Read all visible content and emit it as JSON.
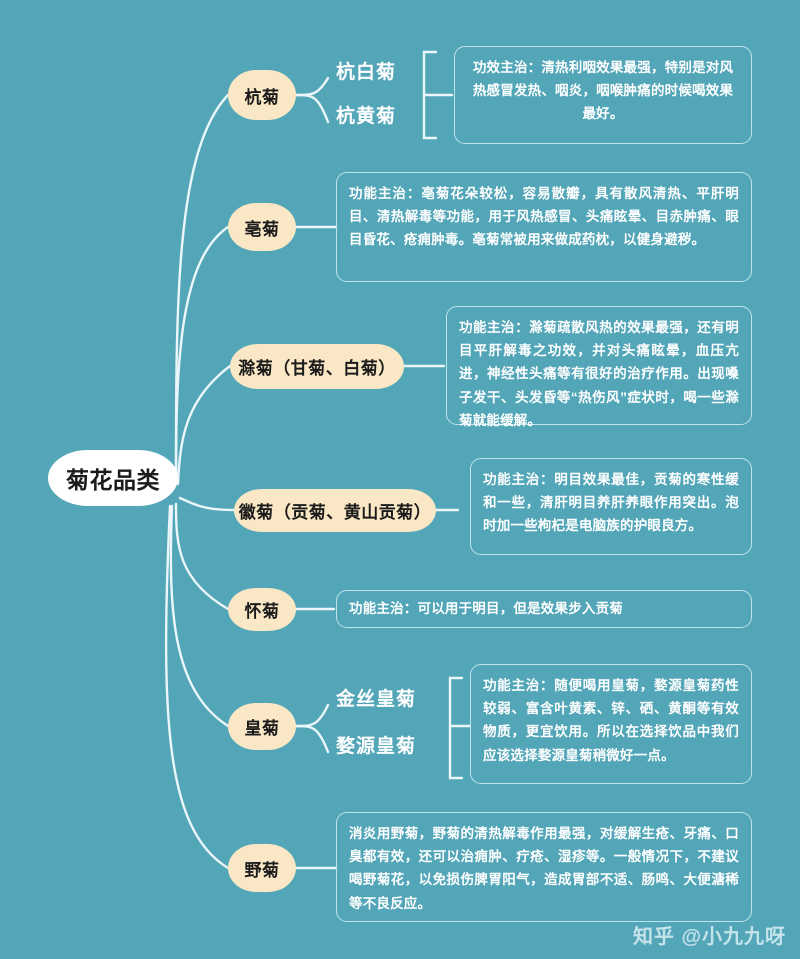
{
  "canvas": {
    "background": "#52a6b8",
    "node_color": "#fae7c5",
    "root_color": "#ffffff",
    "line_color": "#eaf6f9",
    "box_border": "#bfe4ec",
    "text_on_bg": "#ffffff"
  },
  "root": {
    "label": "菊花品类"
  },
  "branches": [
    {
      "id": "hangju",
      "label": "杭菊",
      "leaves": [
        {
          "label": "杭白菊"
        },
        {
          "label": "杭黄菊"
        }
      ],
      "info": "功效主治：清热利咽效果最强，特别是对风热感冒发热、咽炎，咽喉肿痛的时候喝效果最好。"
    },
    {
      "id": "boju",
      "label": "亳菊",
      "leaves": [],
      "info": "功能主治：亳菊花朵较松，容易散瓣，具有散风清热、平肝明目、清热解毒等功能，用于风热感冒、头痛眩晕、目赤肿痛、眼目昏花、疮痈肿毒。亳菊常被用来做成药枕，以健身避秽。"
    },
    {
      "id": "chuju",
      "label": "滁菊（甘菊、白菊）",
      "leaves": [],
      "info": "功能主治：滁菊疏散风热的效果最强，还有明目平肝解毒之功效，并对头痛眩晕，血压亢进，神经性头痛等有很好的治疗作用。出现嗓子发干、头发昏等“热伤风”症状时，喝一些滁菊就能缓解。"
    },
    {
      "id": "huiju",
      "label": "徽菊（贡菊、黄山贡菊）",
      "leaves": [],
      "info": "功能主治：明目效果最佳，贡菊的寒性缓和一些，清肝明目养肝养眼作用突出。泡时加一些枸杞是电脑族的护眼良方。"
    },
    {
      "id": "huaiju",
      "label": "怀菊",
      "leaves": [],
      "info": "功能主治：可以用于明目，但是效果步入贡菊"
    },
    {
      "id": "huangju",
      "label": "皇菊",
      "leaves": [
        {
          "label": "金丝皇菊"
        },
        {
          "label": "婺源皇菊"
        }
      ],
      "info": "功能主治：随便喝用皇菊，婺源皇菊药性较弱、富含叶黄素、锌、硒、黄酮等有效物质，更宜饮用。所以在选择饮品中我们应该选择婺源皇菊稍微好一点。"
    },
    {
      "id": "yeju",
      "label": "野菊",
      "leaves": [],
      "info": "消炎用野菊，野菊的清热解毒作用最强，对缓解生疮、牙痛、口臭都有效，还可以治痈肿、疔疮、湿疹等。一般情况下，不建议喝野菊花，以免损伤脾胃阳气，造成胃部不适、肠鸣、大便溏稀等不良反应。"
    }
  ],
  "watermark": "知乎 @小九九呀"
}
